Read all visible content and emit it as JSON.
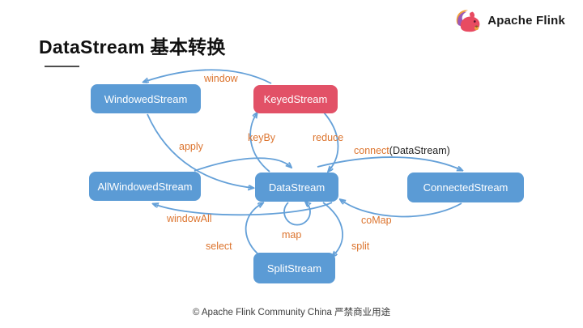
{
  "header": {
    "logo_text": "Apache Flink"
  },
  "title": "DataStream 基本转换",
  "footer": "© Apache Flink Community China  严禁商业用途",
  "colors": {
    "node_blue": "#5B9BD5",
    "node_red": "#E25167",
    "arrow_blue": "#64A0D8",
    "label_orange": "#DC742E"
  },
  "diagram": {
    "nodes": [
      {
        "id": "windowed",
        "label": "WindowedStream",
        "color": "blue"
      },
      {
        "id": "keyed",
        "label": "KeyedStream",
        "color": "red"
      },
      {
        "id": "allwindowed",
        "label": "AllWindowedStream",
        "color": "blue"
      },
      {
        "id": "datastream",
        "label": "DataStream",
        "color": "blue"
      },
      {
        "id": "connected",
        "label": "ConnectedStream",
        "color": "blue"
      },
      {
        "id": "split",
        "label": "SplitStream",
        "color": "blue"
      }
    ],
    "edges": [
      {
        "label": "window",
        "from": "KeyedStream",
        "to": "WindowedStream"
      },
      {
        "label": "apply",
        "from": "WindowedStream",
        "to": "DataStream"
      },
      {
        "label": "keyBy",
        "from": "DataStream",
        "to": "KeyedStream"
      },
      {
        "label": "reduce",
        "from": "KeyedStream",
        "to": "DataStream"
      },
      {
        "label": "connect",
        "label_suffix": "(DataStream)",
        "from": "DataStream",
        "to": "ConnectedStream"
      },
      {
        "label": "coMap",
        "from": "ConnectedStream",
        "to": "DataStream"
      },
      {
        "label": "windowAll",
        "from": "DataStream",
        "to": "AllWindowedStream"
      },
      {
        "label": "map",
        "from": "DataStream",
        "to": "DataStream"
      },
      {
        "label": "select",
        "from": "SplitStream",
        "to": "DataStream"
      },
      {
        "label": "split",
        "from": "DataStream",
        "to": "SplitStream"
      }
    ]
  }
}
